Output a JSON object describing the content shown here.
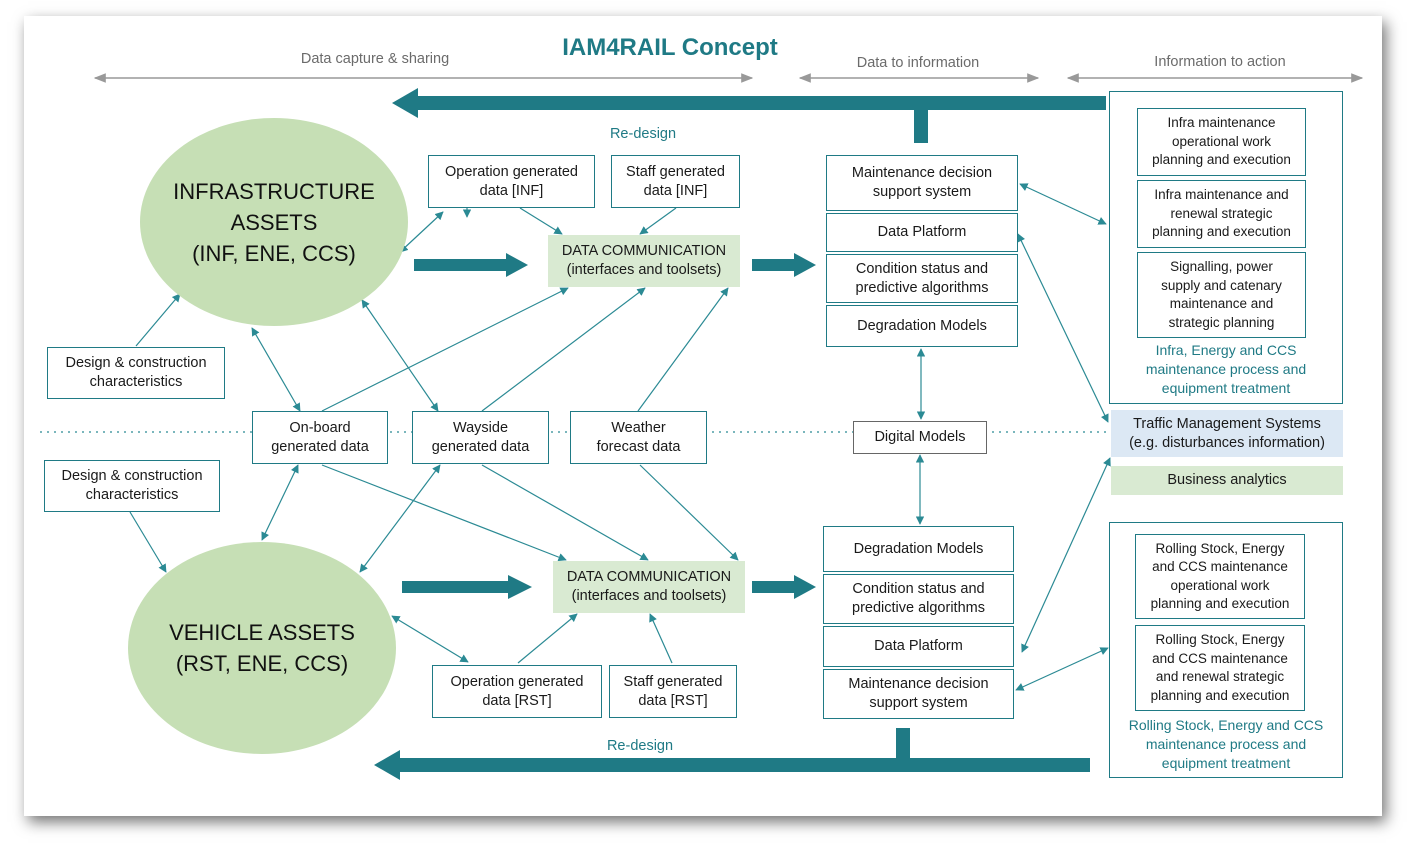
{
  "title": "IAM4RAIL Concept",
  "headers": {
    "capture": "Data capture & sharing",
    "information": "Data to information",
    "action": "Information to action"
  },
  "redesign_top": "Re-design",
  "redesign_bottom": "Re-design",
  "infra_assets": "INFRASTRUCTURE\nASSETS\n(INF, ENE, CCS)",
  "vehicle_assets": "VEHICLE ASSETS\n(RST, ENE, CCS)",
  "design_top": "Design & construction\ncharacteristics",
  "design_bottom": "Design & construction\ncharacteristics",
  "op_gen_inf": "Operation generated\ndata [INF]",
  "staff_gen_inf": "Staff generated\ndata [INF]",
  "op_gen_rst": "Operation generated\ndata [RST]",
  "staff_gen_rst": "Staff generated\ndata [RST]",
  "datacomm_top": "DATA COMMUNICATION\n(interfaces and toolsets)",
  "datacomm_bottom": "DATA COMMUNICATION\n(interfaces and toolsets)",
  "onboard": "On-board\ngenerated data",
  "wayside": "Wayside\ngenerated data",
  "weather": "Weather\nforecast data",
  "digital_models": "Digital Models",
  "stack_top": [
    "Maintenance decision\nsupport system",
    "Data Platform",
    "Condition status and\npredictive algorithms",
    "Degradation Models"
  ],
  "stack_bottom": [
    "Degradation Models",
    "Condition status and\npredictive algorithms",
    "Data Platform",
    "Maintenance decision\nsupport system"
  ],
  "infra_actions": [
    "Infra maintenance\noperational work\nplanning and execution",
    "Infra maintenance and\nrenewal strategic\nplanning and execution",
    "Signalling, power\nsupply and catenary\nmaintenance and\nstrategic planning"
  ],
  "infra_caption": "Infra, Energy and CCS\nmaintenance process and\nequipment treatment",
  "traffic_mgmt": "Traffic Management Systems\n(e.g. disturbances information)",
  "business_analytics": "Business analytics",
  "rst_actions": [
    "Rolling Stock, Energy\nand CCS maintenance\noperational work\nplanning and execution",
    "Rolling Stock, Energy\nand CCS maintenance\nand renewal strategic\nplanning and execution"
  ],
  "rst_caption": "Rolling Stock, Energy and CCS\nmaintenance process and\nequipment treatment",
  "colors": {
    "teal": "#1f7a85",
    "circle_green": "#c6dfb5",
    "datacomm_green": "#d9ead2",
    "traffic_blue": "#dce8f4"
  }
}
